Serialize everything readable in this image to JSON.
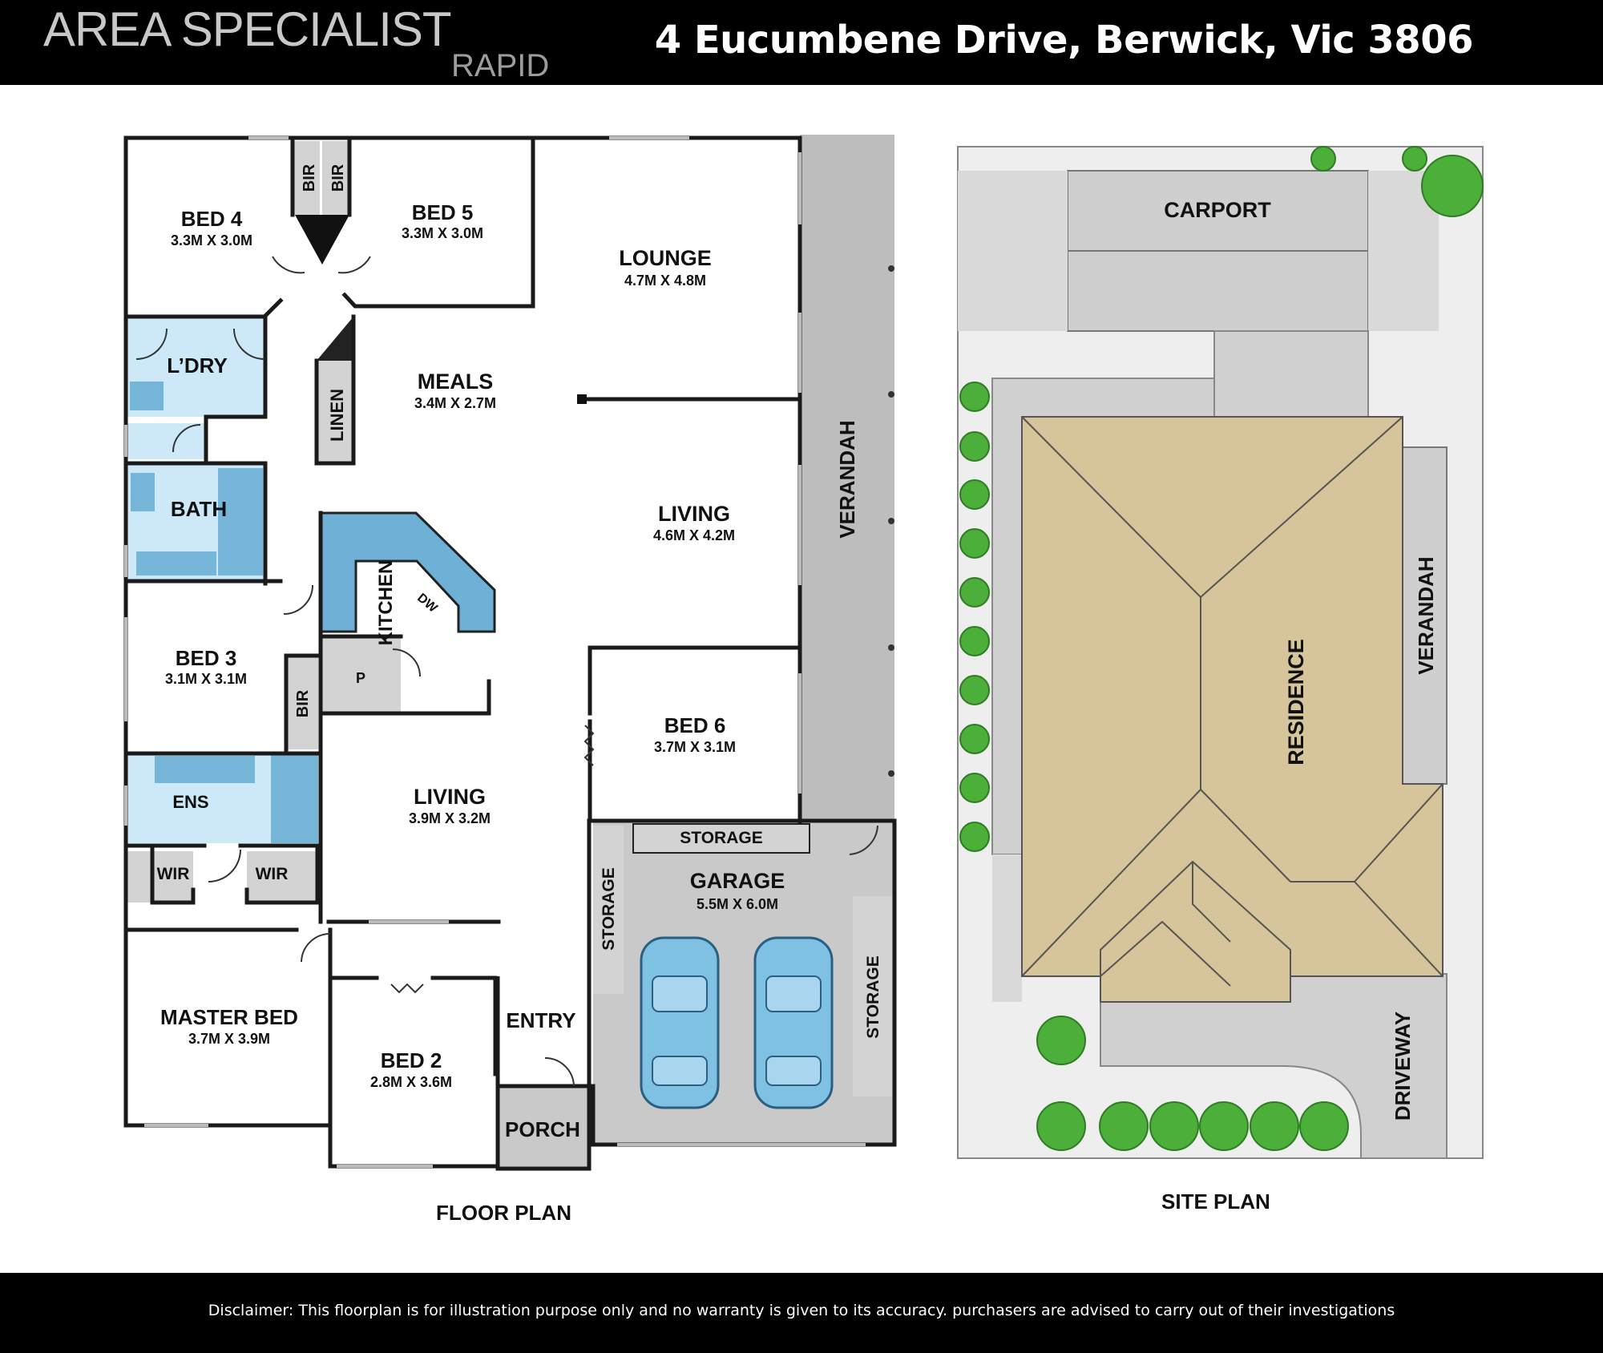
{
  "header": {
    "brand": "AREA SPECIALIST",
    "brand_sub": "RAPID",
    "address": "4 Eucumbene Drive, Berwick, Vic 3806"
  },
  "floor_plan": {
    "caption": "FLOOR PLAN",
    "rooms": {
      "bed4": {
        "name": "BED 4",
        "size": "3.3M X 3.0M"
      },
      "bed5": {
        "name": "BED 5",
        "size": "3.3M X 3.0M"
      },
      "lounge": {
        "name": "LOUNGE",
        "size": "4.7M X 4.8M"
      },
      "meals": {
        "name": "MEALS",
        "size": "3.4M X 2.7M"
      },
      "living_rear": {
        "name": "LIVING",
        "size": "4.6M X 4.2M"
      },
      "bed3": {
        "name": "BED 3",
        "size": "3.1M X 3.1M"
      },
      "bed6": {
        "name": "BED 6",
        "size": "3.7M X 3.1M"
      },
      "living_front": {
        "name": "LIVING",
        "size": "3.9M X 3.2M"
      },
      "garage": {
        "name": "GARAGE",
        "size": "5.5M X 6.0M"
      },
      "master": {
        "name": "MASTER BED",
        "size": "3.7M X 3.9M"
      },
      "bed2": {
        "name": "BED 2",
        "size": "2.8M X 3.6M"
      }
    },
    "labels": {
      "bir": "BIR",
      "laundry": "L’DRY",
      "linen": "LINEN",
      "bath": "BATH",
      "kitchen": "KITCHEN",
      "dw": "DW",
      "pantry": "P",
      "ensuite": "ENS",
      "wir": "WIR",
      "verandah": "VERANDAH",
      "storage": "STORAGE",
      "entry": "ENTRY",
      "porch": "PORCH"
    }
  },
  "site_plan": {
    "caption": "SITE PLAN",
    "labels": {
      "carport": "CARPORT",
      "residence": "RESIDENCE",
      "verandah": "VERANDAH",
      "driveway": "DRIVEWAY"
    }
  },
  "footer": {
    "disclaimer": "Disclaimer: This floorplan is for illustration purpose only and no warranty is given to its accuracy. purchasers are advised to carry out of their investigations"
  },
  "colors": {
    "wet_area": "#cde9f7",
    "wet_fixture": "#75b6d8",
    "kitchen_bench": "#6fb0d6",
    "service": "#d3d3d3",
    "garage": "#c9c9c9",
    "verandah": "#bdbdbd",
    "roof": "#d6c49b",
    "tree": "#4caf3a"
  }
}
